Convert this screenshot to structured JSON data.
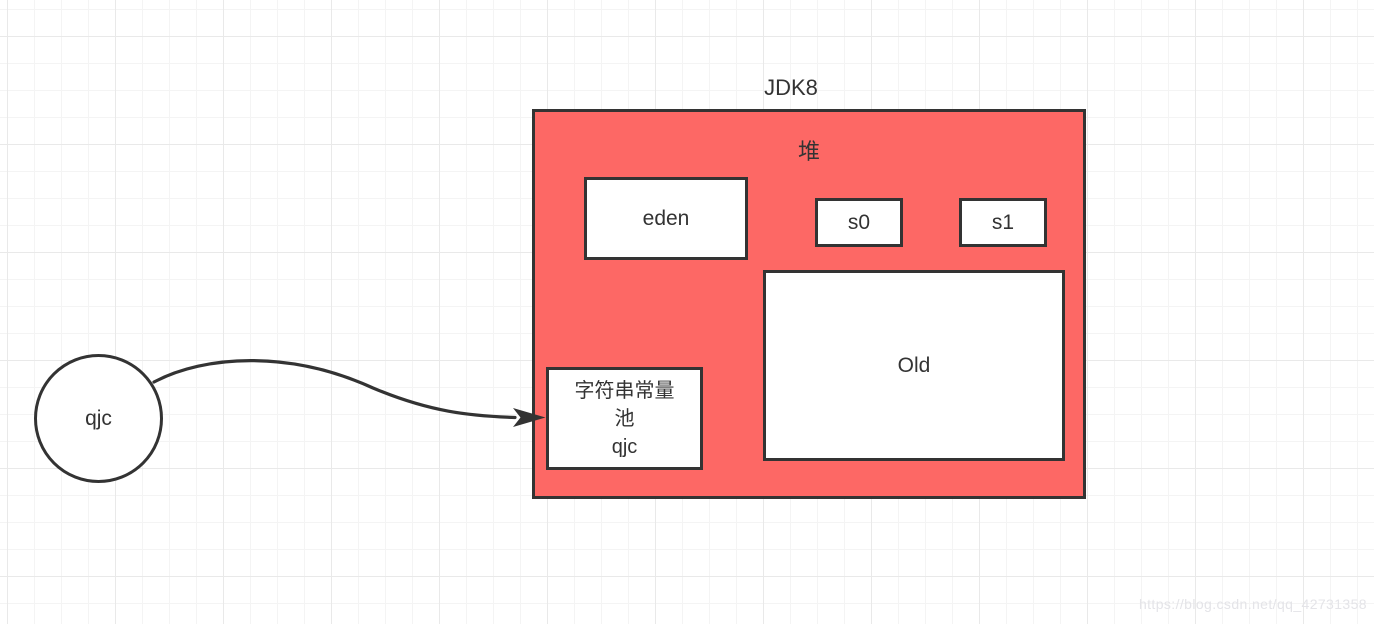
{
  "diagram": {
    "title": "JDK8",
    "heap": {
      "label": "堆",
      "fill_color": "#fd6865",
      "line_color": "#333333",
      "eden": {
        "label": "eden"
      },
      "s0": {
        "label": "s0"
      },
      "s1": {
        "label": "s1"
      },
      "old": {
        "label": "Old"
      },
      "string_pool": {
        "line1": "字符串常量",
        "line2": "池",
        "line3": "qjc"
      }
    },
    "variable_circle": {
      "label": "qjc"
    },
    "connector": {
      "from": "qjc-circle",
      "to": "string-pool-box",
      "style": "curved-arrow"
    }
  },
  "watermark": {
    "text": "https://blog.csdn.net/qq_42731358"
  }
}
